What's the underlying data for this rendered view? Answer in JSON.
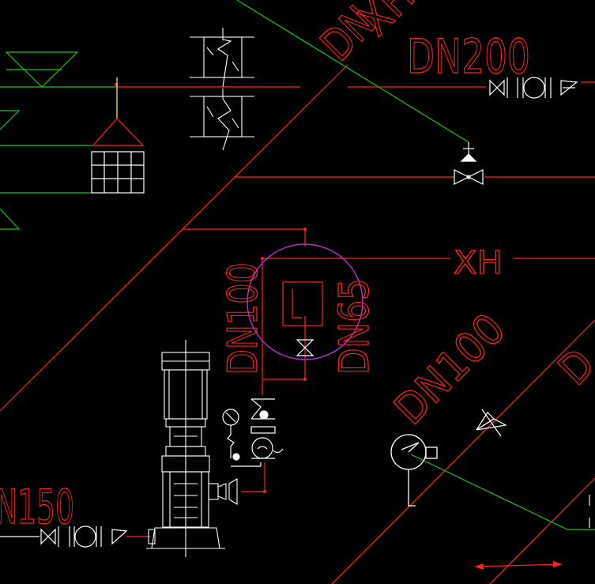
{
  "drawing": {
    "background": "#000000",
    "colors": {
      "pipe_red": "#ff2020",
      "pipe_green": "#19c419",
      "equipment_white": "#ffffff",
      "highlight_magenta": "#c030d0",
      "marker_yellow": "#ffff30"
    },
    "labels": {
      "dn200": "DN200",
      "xh_top": "XH",
      "dn_top_diag": "DN",
      "xh_mid": "XH",
      "dn100_left": "DN100",
      "dn65": "DN65",
      "dn100_right": "DN100",
      "dn150": "N150",
      "dn_right_edge": "D"
    },
    "icons": {
      "gate_valve": "gate-valve-icon",
      "check_valve": "check-valve-icon",
      "flow_meter": "flow-meter-icon",
      "butterfly_valve": "butterfly-valve-icon",
      "pressure_gauge": "pressure-gauge-icon",
      "vertical_pump": "vertical-multistage-pump-icon",
      "wall_section": "wall-section-icon",
      "tank": "tank-grid-icon",
      "level_triangle": "level-marker-icon",
      "pressure_switch": "pressure-switch-icon"
    }
  }
}
